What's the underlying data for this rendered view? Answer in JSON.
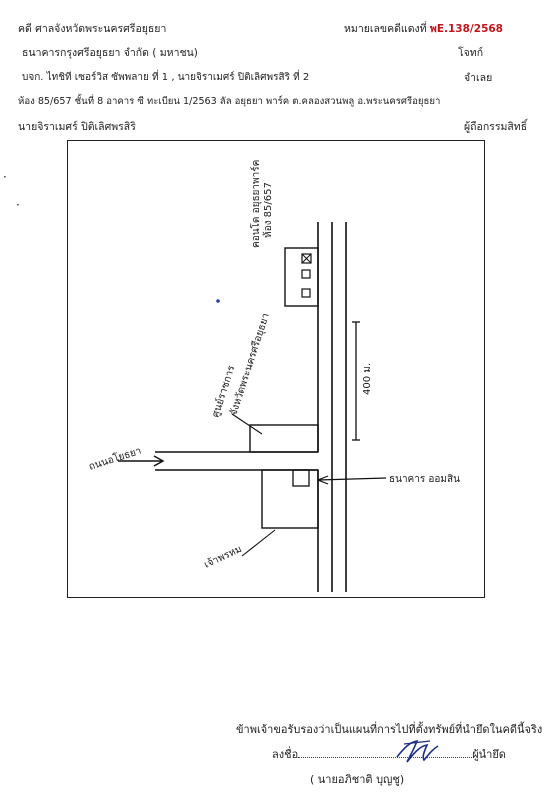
{
  "header": {
    "court": "คดี ศาลจังหวัดพระนครศรีอยุธยา",
    "case_label": "หมายเลขคดีแดงที่",
    "case_number": "พE.138/2568",
    "plaintiff": "ธนาคารกรุงศรีอยุธยา จำกัด ( มหาชน)",
    "plaintiff_role": "โจทก์",
    "defendants": "บจก. ไทชิที เซอร์วิส ซัพพลาย ที่ 1 ,  นายจิราเมศร์ ปิติเลิศพรสิริ  ที่ 2",
    "defendants_role": "จำเลย",
    "property": "ห้อง 85/657  ชั้นที่ 8 อาคาร ซี ทะเบียน 1/2563 ลัล อยุธยา พาร์ค  ต.คลองสวนพลู อ.พระนครศรีอยุธยา",
    "owner": "นายจิราเมศร์ ปิติเลิศพรสิริ",
    "owner_role": "ผู้ถือกรรมสิทธิ์"
  },
  "map": {
    "building_label": "คอนโด อยุธยาพาร์ค",
    "room_label": "ห้อง 85/657",
    "center_label": "ศูนย์ราชการ",
    "center_sub": "จังหวัดพระนครศรีอยุธยา",
    "distance": "400 ม.",
    "bank_label": "ธนาคาร ออมสิน",
    "from_label": "ถนนอโยธยา",
    "junction_label": "เจ้าพรหม"
  },
  "certification": {
    "statement": "ข้าพเจ้าขอรับรองว่าเป็นแผนที่การไปที่ตั้งทรัพย์ที่นำยึดในคดีนี้จริง",
    "sign_prefix": "ลงชื่อ",
    "role": "ผู้นำยึด",
    "name": "( นายอภิชาติ  บุญชู)"
  }
}
